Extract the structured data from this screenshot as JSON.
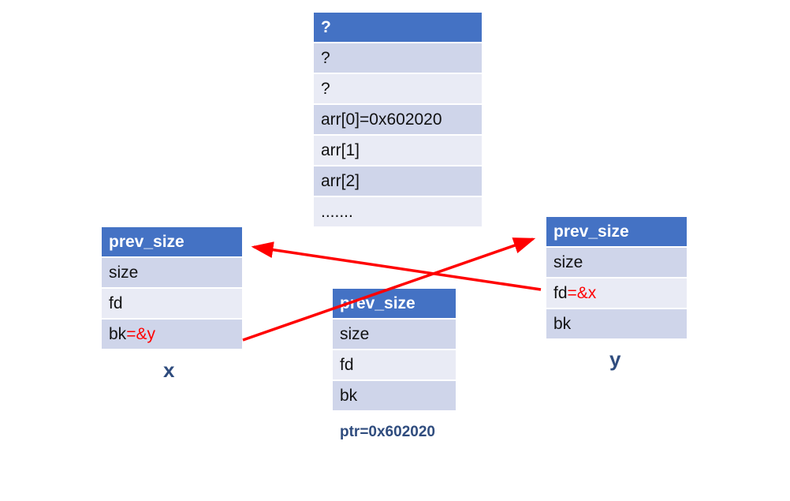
{
  "arr_table": {
    "rows": [
      {
        "text": "?",
        "style": "header"
      },
      {
        "text": "?",
        "style": "dark"
      },
      {
        "text": "?",
        "style": "light"
      },
      {
        "text": "arr[0]=0x602020",
        "style": "dark"
      },
      {
        "text": "arr[1]",
        "style": "light"
      },
      {
        "text": "arr[2]",
        "style": "dark"
      },
      {
        "text": ".......",
        "style": "light"
      }
    ]
  },
  "x_chunk": {
    "rows": [
      {
        "text": "prev_size",
        "style": "header"
      },
      {
        "text": "size",
        "style": "dark"
      },
      {
        "text": "fd",
        "style": "light"
      },
      {
        "text": "bk",
        "suffix": "=&y",
        "style": "dark"
      }
    ],
    "label": "x"
  },
  "middle_chunk": {
    "rows": [
      {
        "text": "prev_size",
        "style": "header"
      },
      {
        "text": "size",
        "style": "dark"
      },
      {
        "text": "fd",
        "style": "light"
      },
      {
        "text": "bk",
        "style": "dark"
      }
    ],
    "caption": "ptr=0x602020"
  },
  "y_chunk": {
    "rows": [
      {
        "text": "prev_size",
        "style": "header"
      },
      {
        "text": "size",
        "style": "dark"
      },
      {
        "text": "fd",
        "suffix": "=&x",
        "style": "light"
      },
      {
        "text": "bk",
        "style": "dark"
      }
    ],
    "label": "y"
  },
  "colors": {
    "header": "#4472c4",
    "row_dark": "#cfd5ea",
    "row_light": "#e9ebf5",
    "pointer": "#ff0000",
    "label": "#2f4c7e"
  }
}
